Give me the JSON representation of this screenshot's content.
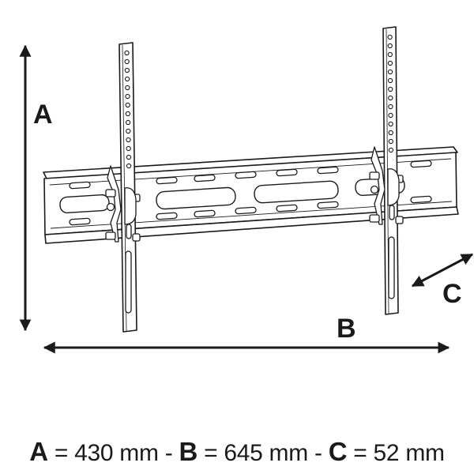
{
  "diagram": {
    "labels": {
      "a": "A",
      "b": "B",
      "c": "C"
    }
  },
  "caption": {
    "a_key": "A",
    "a_value": "430 mm",
    "sep1": "-",
    "b_key": "B",
    "b_value": "645 mm",
    "sep2": "-",
    "c_key": "C",
    "c_value": "52 mm"
  },
  "colors": {
    "ink": "#1a1a1a",
    "background": "#ffffff"
  }
}
